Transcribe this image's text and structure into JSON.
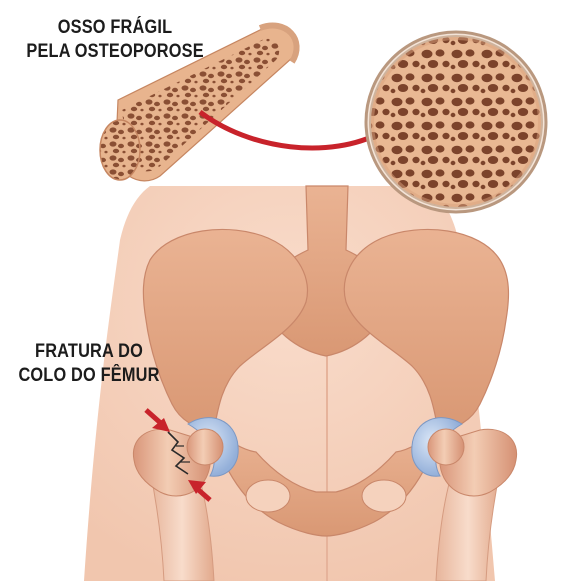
{
  "labels": {
    "osteoporosis": {
      "line1": "OSSO FRÁGIL",
      "line2": "PELA OSTEOPOROSE"
    },
    "fracture": {
      "line1": "FRATURA DO",
      "line2": "COLO DO FÊMUR"
    }
  },
  "colors": {
    "skin": "#f6d3bf",
    "bone": "#e7a886",
    "bone_dark": "#c98a67",
    "cartilage": "#a9c2e6",
    "arrow": "#c8232b",
    "text": "#1c1c1c"
  }
}
